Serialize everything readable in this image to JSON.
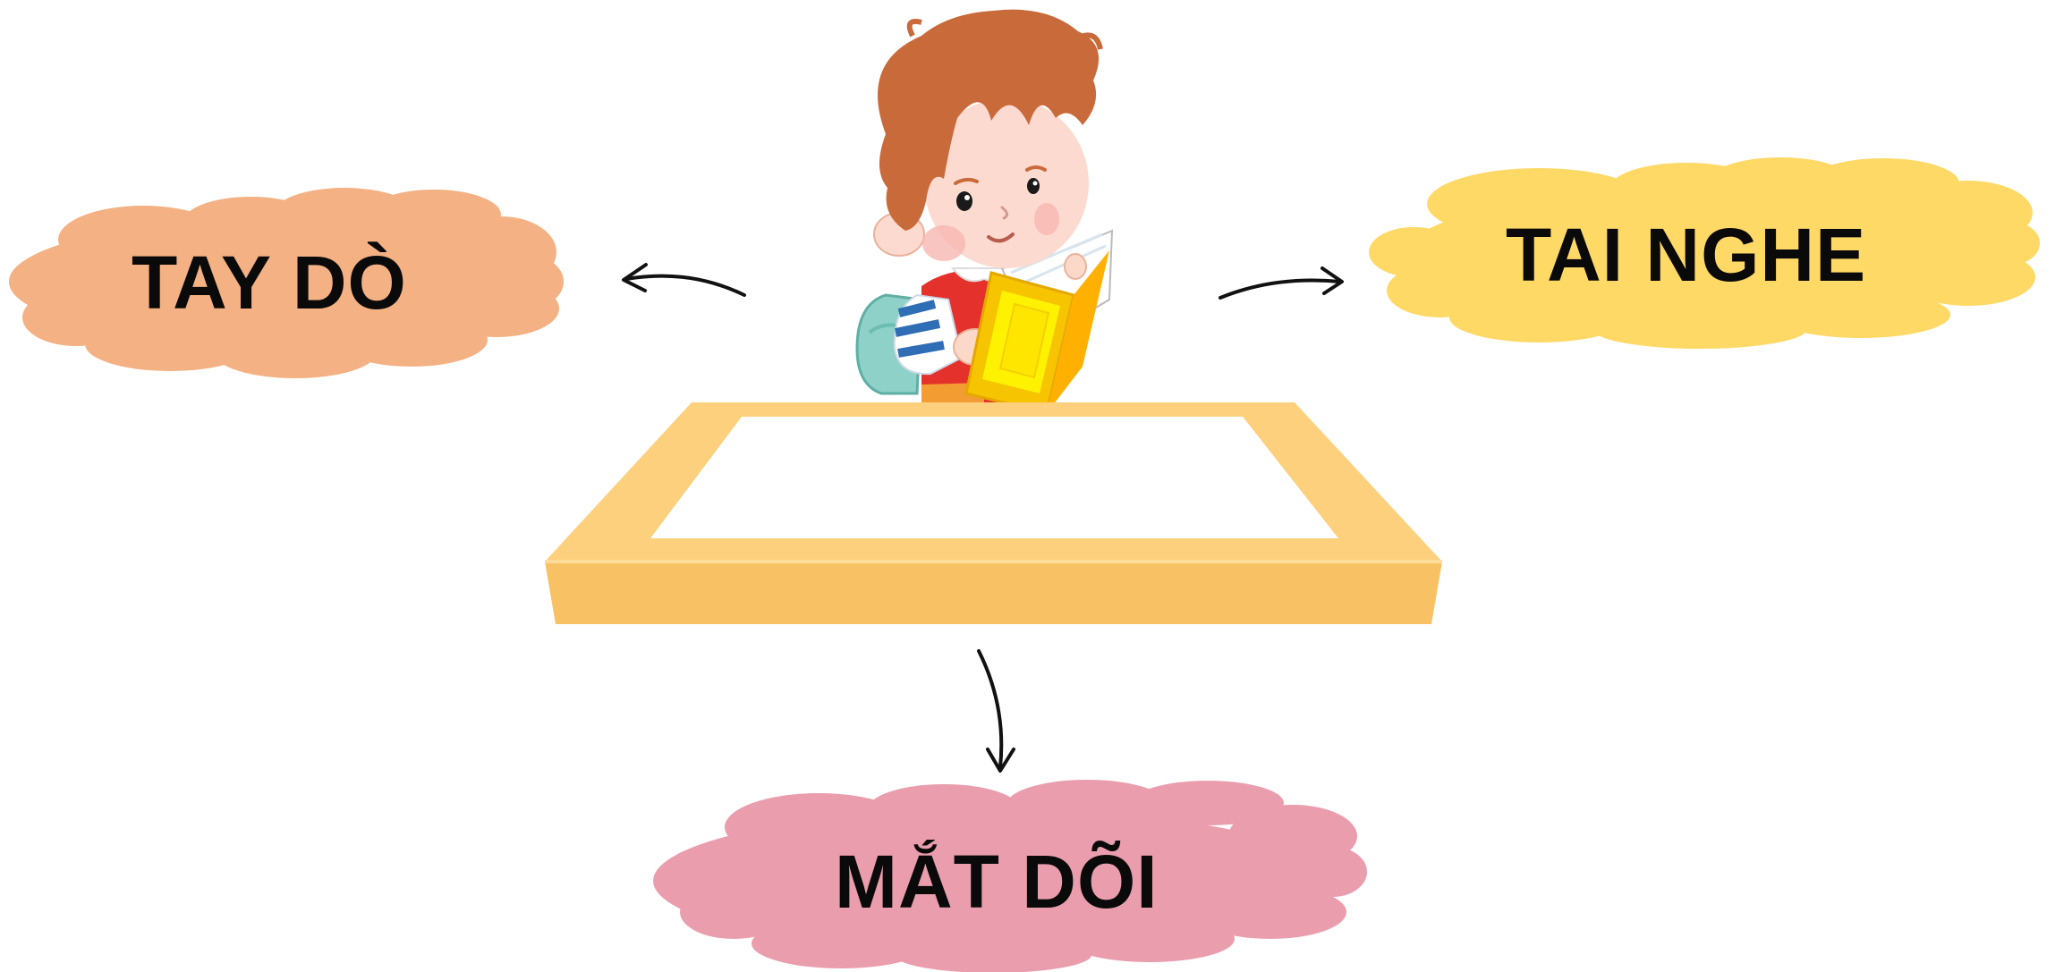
{
  "labels": {
    "left": "TAY DÒ",
    "right": "TAI NGHE",
    "bottom": "MẮT DÕI"
  },
  "colors": {
    "left_cloud": "#F4B183",
    "right_cloud": "#FFD966",
    "bottom_cloud": "#EA9EAD",
    "desk_frame": "#FDD07E",
    "desk_front": "#F8C164",
    "book": "#FFE600",
    "hair": "#C96A3B",
    "arrow": "#111111"
  },
  "icons": {
    "character": "boy-reading-book-icon",
    "desk": "desk-icon",
    "arrows": "curved-arrow-icon"
  }
}
